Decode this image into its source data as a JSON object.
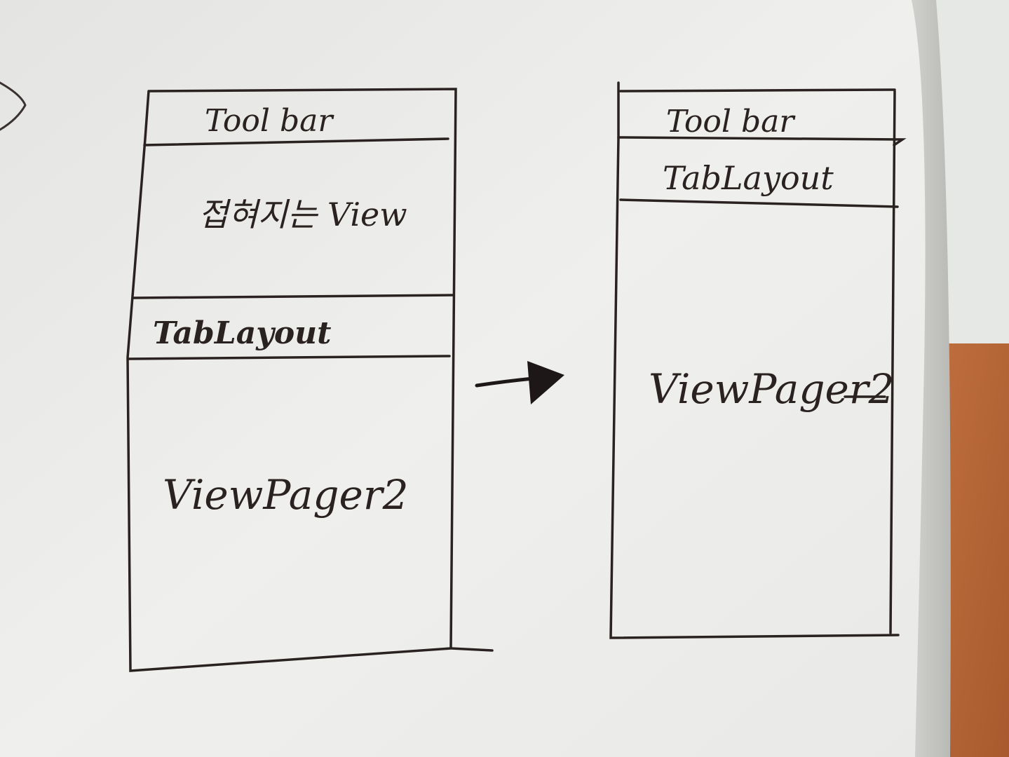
{
  "left_wireframe": {
    "toolbar_label": "Tool bar",
    "collapsing_view_label": "접혀지는 View",
    "tablayout_label": "TabLayout",
    "viewpager_label": "ViewPager2"
  },
  "right_wireframe": {
    "toolbar_label": "Tool bar",
    "tablayout_label": "TabLayout",
    "viewpager_label": "ViewPager2"
  },
  "colors": {
    "paper": "#eeeeec",
    "ink": "#2a2220",
    "desk_wood": "#b8683a",
    "binding": "#c9c9c6"
  }
}
